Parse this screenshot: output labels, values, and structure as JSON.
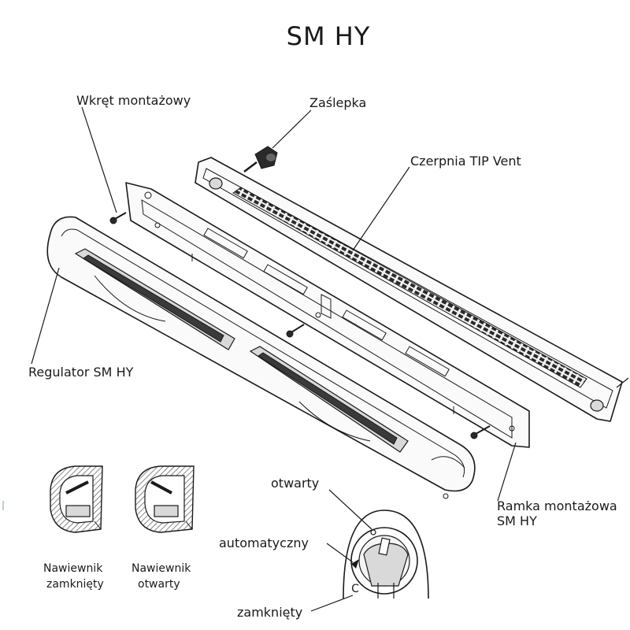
{
  "title": "SM HY",
  "labels": {
    "wkret": "Wkręt montażowy",
    "zaslepka": "Zaślepka",
    "czerpnia": "Czerpnia TIP Vent",
    "regulator": "Regulator SM HY",
    "ramka_line1": "Ramka montażowa",
    "ramka_line2": "SM HY",
    "otwarty": "otwarty",
    "automatyczny": "automatyczny",
    "zamkniety": "zamknięty",
    "nawiewnik_zamkniety_line1": "Nawiewnik",
    "nawiewnik_zamkniety_line2": "zamknięty",
    "nawiewnik_otwarty_line1": "Nawiewnik",
    "nawiewnik_otwarty_line2": "otwarty"
  },
  "knob_marks": {
    "closed_mark": "C"
  }
}
